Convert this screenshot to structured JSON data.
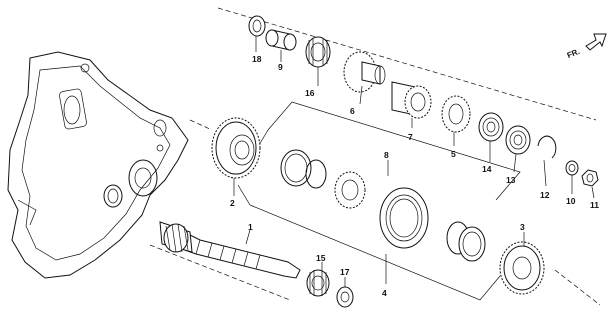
{
  "direction_label": "FR.",
  "callouts": {
    "c1": "1",
    "c2": "2",
    "c3": "3",
    "c4": "4",
    "c5": "5",
    "c6": "6",
    "c7": "7",
    "c8": "8",
    "c9": "9",
    "c10": "10",
    "c11": "11",
    "c12": "12",
    "c13": "13",
    "c14": "14",
    "c15": "15",
    "c16": "16",
    "c17": "17",
    "c18": "18"
  }
}
